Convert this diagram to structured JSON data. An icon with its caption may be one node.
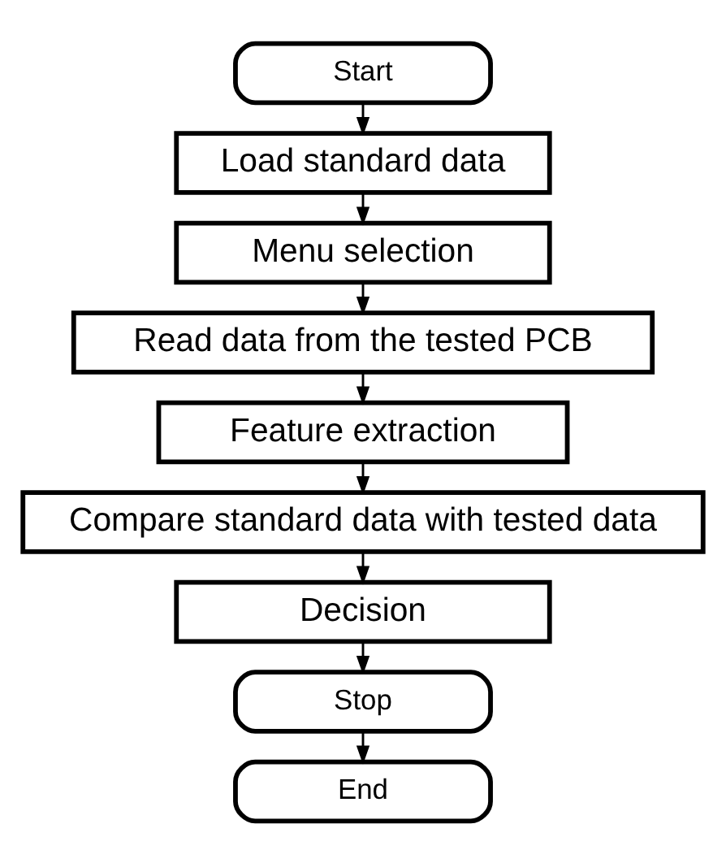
{
  "diagram": {
    "nodes": [
      {
        "text": [
          "Start"
        ]
      },
      {
        "text": [
          "Load standard data"
        ]
      },
      {
        "text": [
          "Menu selection"
        ]
      },
      {
        "text": [
          "Read data from the tested PCB"
        ]
      },
      {
        "text": [
          "Feature extraction"
        ]
      },
      {
        "text": [
          "Compare standard data with tested data"
        ]
      },
      {
        "text": [
          "Decision"
        ]
      },
      {
        "text": [
          "Stop"
        ]
      },
      {
        "text": [
          "End"
        ]
      }
    ],
    "edges": [
      {
        "from": 0,
        "to": 1,
        "arrow": "to"
      },
      {
        "from": 1,
        "to": 2,
        "arrow": "to"
      },
      {
        "from": 2,
        "to": 3,
        "arrow": "to"
      },
      {
        "from": 3,
        "to": 4,
        "arrow": "to"
      },
      {
        "from": 4,
        "to": 5,
        "arrow": "to"
      },
      {
        "from": 5,
        "to": 6,
        "arrow": "to"
      },
      {
        "from": 6,
        "to": 7,
        "arrow": "to"
      },
      {
        "from": 7,
        "to": 8,
        "arrow": "to"
      }
    ]
  }
}
